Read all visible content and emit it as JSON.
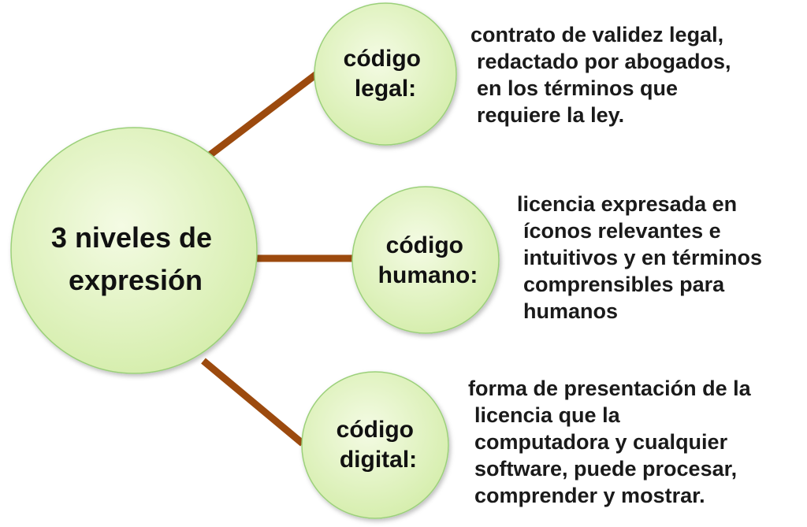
{
  "center": {
    "lines": [
      "3 niveles de",
      "expresión"
    ]
  },
  "branches": [
    {
      "label_lines": [
        "código",
        "legal:"
      ],
      "description_lines": [
        "contrato de validez legal,",
        "redactado por abogados,",
        "en los términos que",
        "requiere la ley."
      ]
    },
    {
      "label_lines": [
        "código",
        "humano:"
      ],
      "description_lines": [
        "licencia expresada en",
        "íconos relevantes e",
        "intuitivos y en términos",
        "comprensibles para",
        "humanos"
      ]
    },
    {
      "label_lines": [
        "código",
        "digital:"
      ],
      "description_lines": [
        "forma de presentación de la",
        "licencia que la",
        "computadora y cualquier",
        "software, puede procesar,",
        "comprender y mostrar."
      ]
    }
  ],
  "colors": {
    "node_fill_inner": "#f4fbe4",
    "node_fill_outer": "#d4edaa",
    "node_stroke": "#9bd07a",
    "connector": "#9c4a0e"
  }
}
